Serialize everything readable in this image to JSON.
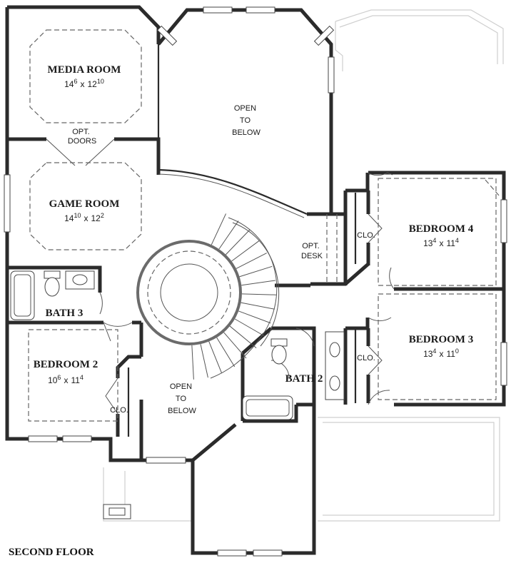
{
  "plan_title": "SECOND FLOOR",
  "rooms": {
    "media": {
      "name": "MEDIA ROOM",
      "dim_a": "14",
      "dim_a_sup": "6",
      "x": "x",
      "dim_b": "12",
      "dim_b_sup": "10"
    },
    "game": {
      "name": "GAME ROOM",
      "dim_a": "14",
      "dim_a_sup": "10",
      "x": "x",
      "dim_b": "12",
      "dim_b_sup": "2"
    },
    "bedroom4": {
      "name": "BEDROOM 4",
      "dim_a": "13",
      "dim_a_sup": "4",
      "x": "x",
      "dim_b": "11",
      "dim_b_sup": "4"
    },
    "bedroom3": {
      "name": "BEDROOM 3",
      "dim_a": "13",
      "dim_a_sup": "4",
      "x": "x",
      "dim_b": "11",
      "dim_b_sup": "0"
    },
    "bedroom2": {
      "name": "BEDROOM 2",
      "dim_a": "10",
      "dim_a_sup": "6",
      "x": "x",
      "dim_b": "11",
      "dim_b_sup": "4"
    },
    "bath3": {
      "name": "BATH 3"
    },
    "bath2": {
      "name": "BATH 2"
    }
  },
  "labels": {
    "open_below_top": [
      "OPEN",
      "TO",
      "BELOW"
    ],
    "open_below_bottom": [
      "OPEN",
      "TO",
      "BELOW"
    ],
    "opt_doors": [
      "OPT.",
      "DOORS"
    ],
    "opt_desk": [
      "OPT.",
      "DESK"
    ],
    "closet_b4": "CLO.",
    "closet_b3": "CLO.",
    "closet_b2": "CLO."
  }
}
